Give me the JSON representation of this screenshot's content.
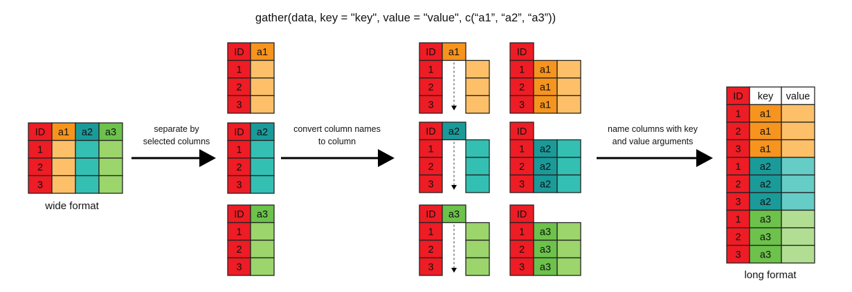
{
  "title": "gather(data, key = \"key\", value = \"value\", c(“a1”, “a2”, “a3”))",
  "colors": {
    "red": "#ee1c25",
    "orange": "#f7941d",
    "orange_light": "#fdc068",
    "teal": "#1a9b9a",
    "teal_light": "#34bfb3",
    "teal_pale": "#66ccc6",
    "green": "#6cc24a",
    "green_light": "#9bd56b",
    "green_pale": "#b1de92",
    "border": "#222222",
    "white": "#ffffff"
  },
  "wide": {
    "header": [
      "ID",
      "a1",
      "a2",
      "a3"
    ],
    "ids": [
      "1",
      "2",
      "3"
    ],
    "caption": "wide format"
  },
  "arrows": {
    "separate": [
      "separate by",
      "selected columns"
    ],
    "convert": [
      "convert column names",
      "to column"
    ],
    "name": [
      "name columns with key",
      "and value arguments"
    ]
  },
  "split": [
    {
      "header": [
        "ID",
        "a1"
      ],
      "ids": [
        "1",
        "2",
        "3"
      ]
    },
    {
      "header": [
        "ID",
        "a2"
      ],
      "ids": [
        "1",
        "2",
        "3"
      ]
    },
    {
      "header": [
        "ID",
        "a3"
      ],
      "ids": [
        "1",
        "2",
        "3"
      ]
    }
  ],
  "converted": [
    {
      "header": [
        "ID"
      ],
      "ids": [
        "1",
        "2",
        "3"
      ],
      "key": "a1"
    },
    {
      "header": [
        "ID"
      ],
      "ids": [
        "1",
        "2",
        "3"
      ],
      "key": "a2"
    },
    {
      "header": [
        "ID"
      ],
      "ids": [
        "1",
        "2",
        "3"
      ],
      "key": "a3"
    }
  ],
  "long": {
    "header": [
      "ID",
      "key",
      "value"
    ],
    "rows": [
      [
        "1",
        "a1"
      ],
      [
        "2",
        "a1"
      ],
      [
        "3",
        "a1"
      ],
      [
        "1",
        "a2"
      ],
      [
        "2",
        "a2"
      ],
      [
        "3",
        "a2"
      ],
      [
        "1",
        "a3"
      ],
      [
        "2",
        "a3"
      ],
      [
        "3",
        "a3"
      ]
    ],
    "caption": "long format"
  }
}
